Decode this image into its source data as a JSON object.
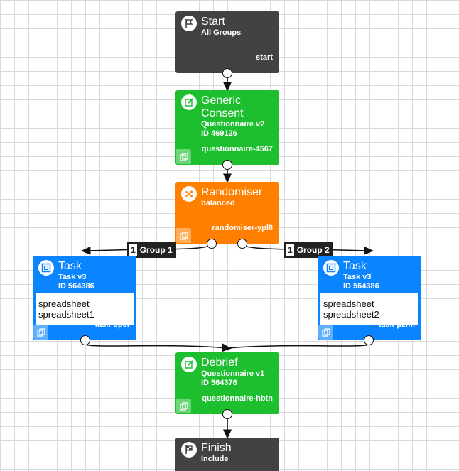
{
  "colors": {
    "start_finish": "#424242",
    "questionnaire": "#1dbf2f",
    "randomiser": "#ff8000",
    "task": "#0a84ff",
    "grid": "#d9d9d9"
  },
  "nodes": {
    "start": {
      "title": "Start",
      "subtitle": "All Groups",
      "key": "start",
      "icon": "flag-icon"
    },
    "consent": {
      "title": "Generic Consent",
      "subtitle": "Questionnaire v2",
      "id_line": "ID 469126",
      "key": "questionnaire-4567",
      "icon": "edit-icon"
    },
    "randomiser": {
      "title": "Randomiser",
      "subtitle": "balanced",
      "key": "randomiser-ypl8",
      "icon": "shuffle-icon"
    },
    "task1": {
      "title": "Task",
      "subtitle": "Task v3",
      "id_line": "ID 564386",
      "spreadsheet": "spreadsheet spreadsheet1",
      "key": "task-op3r",
      "icon": "task-icon"
    },
    "task2": {
      "title": "Task",
      "subtitle": "Task v3",
      "id_line": "ID 564386",
      "spreadsheet": "spreadsheet spreadsheet2",
      "key": "task-pzfm",
      "icon": "task-icon"
    },
    "debrief": {
      "title": "Debrief",
      "subtitle": "Questionnaire v1",
      "id_line": "ID 564376",
      "key": "questionnaire-hbtn",
      "icon": "edit-icon"
    },
    "finish": {
      "title": "Finish",
      "subtitle": "Include",
      "icon": "finish-flag-icon"
    }
  },
  "branches": [
    {
      "ratio": "1",
      "label": "Group 1"
    },
    {
      "ratio": "1",
      "label": "Group 2"
    }
  ]
}
